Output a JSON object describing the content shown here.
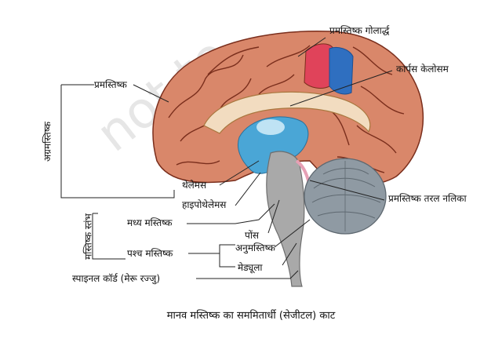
{
  "labels": {
    "cerebral_hemisphere": "प्रमस्तिष्क गोलार्द्ध",
    "corpus_callosum": "कार्पस केलोसम",
    "cerebrum": "प्रमस्तिष्क",
    "forebrain": "अग्रमस्तिष्क",
    "thalamus": "थेलेमस",
    "hypothalamus": "हाइपोथेलेमस",
    "cerebral_aqueduct": "प्रमस्तिष्क तरल नलिका",
    "brain_stem": "मस्तिष्क स्तंभ",
    "midbrain": "मध्य मस्तिष्क",
    "hindbrain": "पश्च मस्तिष्क",
    "pons": "पोंस",
    "cerebellum": "अनुमस्तिष्क",
    "medulla": "मेड्यूला",
    "spinal_cord": "स्पाइनल कॉर्ड (मेरू रज्जु)"
  },
  "caption": "मानव मस्तिष्क का सममितार्धी (सेजीटल) काट",
  "watermark": "not to",
  "colors": {
    "cortex": "#d9876a",
    "gyri_line": "#7a2e1c",
    "hemisphere_highlight": "#e0435a",
    "corpus_callosum_blue": "#2f6fc0",
    "ventricle_blue": "#4aa6d6",
    "stem_gray": "#a9a9a9",
    "cerebellum_gray": "#8f9aa3",
    "line": "#222222"
  }
}
